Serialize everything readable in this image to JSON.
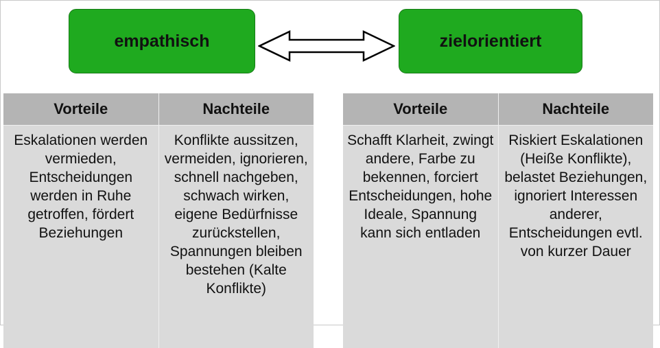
{
  "left_box": {
    "label": "empathisch"
  },
  "right_box": {
    "label": "zielorientiert"
  },
  "left_table": {
    "headers": [
      "Vorteile",
      "Nachteile"
    ],
    "pros": "Eskalationen werden vermieden, Entscheidungen werden in Ruhe getroffen, fördert Beziehungen",
    "cons": "Konflikte aussitzen, vermeiden, ignorieren, schnell nachgeben, schwach wirken, eigene Bedürfnisse zurückstellen, Spannungen bleiben bestehen (Kalte Konflikte)"
  },
  "right_table": {
    "headers": [
      "Vorteile",
      "Nachteile"
    ],
    "pros": "Schafft Klarheit, zwingt andere, Farbe zu bekennen, forciert Entscheidungen, hohe Ideale, Spannung kann sich entladen",
    "cons": "Riskiert Eskalationen (Heiße Konflikte), belastet Beziehungen, ignoriert Interessen anderer, Entscheidungen evtl. von kurzer Dauer"
  },
  "colors": {
    "box_fill": "#1faa1f",
    "header_fill": "#b4b4b4",
    "cell_fill": "#dadada"
  }
}
